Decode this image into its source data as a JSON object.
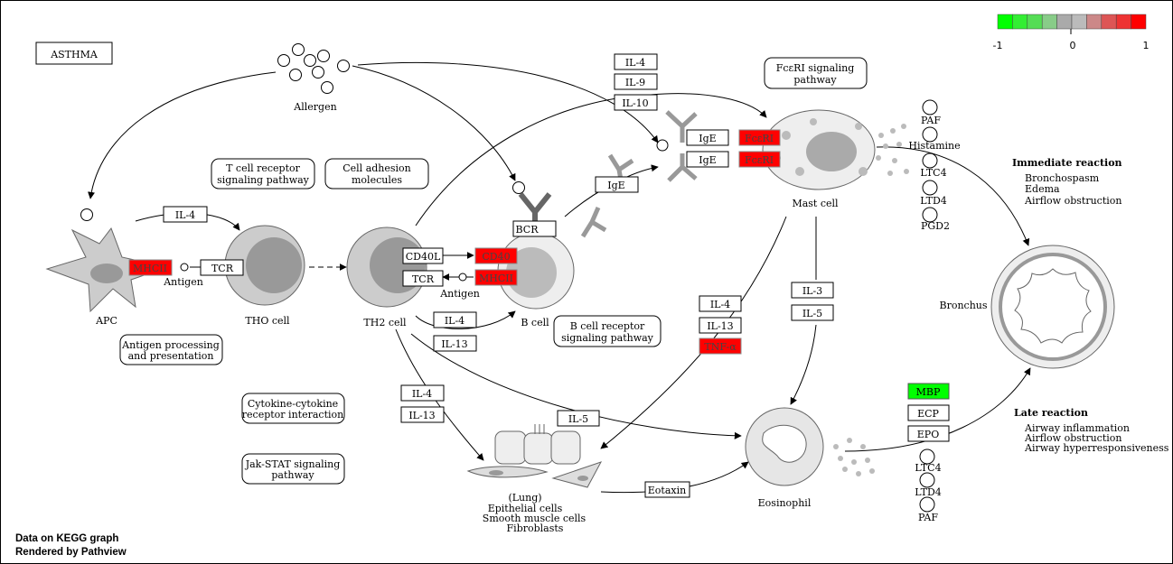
{
  "title": "ASTHMA",
  "legend": {
    "ticks": [
      "-1",
      "0",
      "1"
    ],
    "colors": [
      "#00ff00",
      "#33ee33",
      "#55dd55",
      "#88cc88",
      "#aaaaaa",
      "#bbbbbb",
      "#cc8888",
      "#dd5555",
      "#ee3333",
      "#ff0000"
    ]
  },
  "cells": {
    "allergen": "Allergen",
    "apc": "APC",
    "th0": "THO cell",
    "th2": "TH2 cell",
    "bcell": "B cell",
    "mast": "Mast cell",
    "eosinophil": "Eosinophil",
    "bronchus": "Bronchus",
    "lung_1": "(Lung)",
    "lung_2": "Epithelial cells",
    "lung_3": "Smooth muscle cells",
    "lung_4": "Fibroblasts"
  },
  "antigen_labels": [
    "Antigen",
    "Antigen"
  ],
  "genes": {
    "il4_a": "IL-4",
    "mhcii_a": "MHCII",
    "tcr_a": "TCR",
    "cd40l": "CD40L",
    "cd40": "CD40",
    "tcr_b": "TCR",
    "mhcii_b": "MHCII",
    "bcr": "BCR",
    "il4_b": "IL-4",
    "il13_b": "IL-13",
    "ige_mid": "IgE",
    "il4_top": "IL-4",
    "il9": "IL-9",
    "il10": "IL-10",
    "ige_1": "IgE",
    "ige_2": "IgE",
    "fceri_1": "FcεRI",
    "fceri_2": "FcεRI",
    "il4_c": "IL-4",
    "il13_c": "IL-13",
    "tnfa": "TNF-α",
    "il3": "IL-3",
    "il5_a": "IL-5",
    "il4_d": "IL-4",
    "il13_d": "IL-13",
    "il5_b": "IL-5",
    "eotaxin": "Eotaxin",
    "mbp": "MBP",
    "ecp": "ECP",
    "epo": "EPO"
  },
  "pathways": {
    "tcr": [
      "T cell receptor",
      "signaling pathway"
    ],
    "adhesion": [
      "Cell adhesion",
      "molecules"
    ],
    "fceri": [
      "FcεRI signaling",
      "pathway"
    ],
    "bcr": [
      "B cell receptor",
      "signaling pathway"
    ],
    "antigen": [
      "Antigen processing",
      "and presentation"
    ],
    "cytokine": [
      "Cytokine-cytokine",
      "receptor interaction"
    ],
    "jakstat": [
      "Jak-STAT signaling",
      "pathway"
    ]
  },
  "mediators": {
    "mast": [
      "PAF",
      "Histamine",
      "LTC4",
      "LTD4",
      "PGD2"
    ],
    "eos": [
      "LTC4",
      "LTD4",
      "PAF"
    ]
  },
  "reactions": {
    "immediate_title": "Immediate reaction",
    "immediate": [
      "Bronchospasm",
      "Edema",
      "Airflow obstruction"
    ],
    "late_title": "Late reaction",
    "late": [
      "Airway inflammation",
      "Airflow obstruction",
      "Airway hyperresponsiveness"
    ]
  },
  "footer": [
    "Data on KEGG graph",
    "Rendered by Pathview"
  ]
}
